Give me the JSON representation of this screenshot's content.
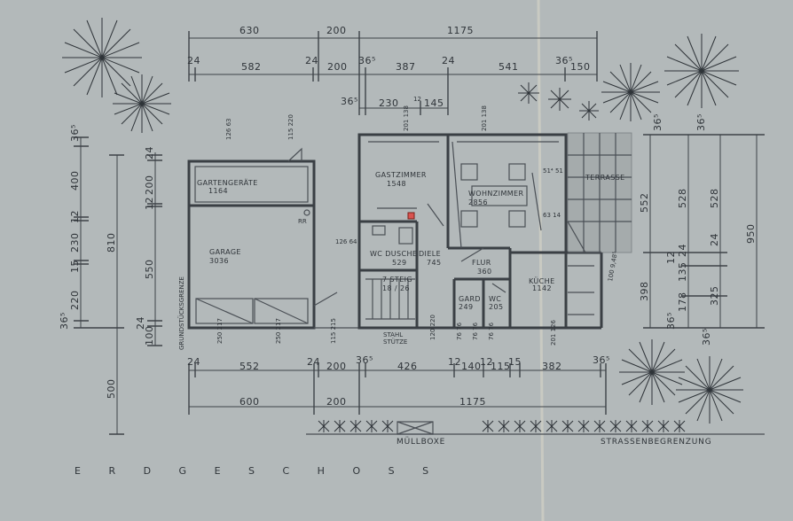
{
  "title": "E R D G E S C H O S S",
  "labels": {
    "grundstuecksgrenze": "GRUNDSTÜCKSGRENZE",
    "muellboxe": "MÜLLBOXE",
    "strassenbegrenzung": "STRASSENBEGRENZUNG",
    "terrasse": "TERRASSE",
    "rr": "RR",
    "stahlstuetze_1": "STAHL",
    "stahlstuetze_2": "STÜTZE"
  },
  "rooms": [
    {
      "name": "GARTENGERÄTE",
      "area": "1164"
    },
    {
      "name": "GARAGE",
      "area": "3036"
    },
    {
      "name": "GASTZIMMER",
      "area": "1548"
    },
    {
      "name": "WOHNZIMMER",
      "area": "2856"
    },
    {
      "name": "WC DUSCHE",
      "area": "529"
    },
    {
      "name": "DIELE",
      "area": "745"
    },
    {
      "name": "FLUR",
      "area": "360"
    },
    {
      "name": "KÜCHE",
      "area": "1142"
    },
    {
      "name": "7 STEIG",
      "area": "18 / 26"
    },
    {
      "name": "GARD",
      "area": "249"
    },
    {
      "name": "WC",
      "area": "205"
    }
  ],
  "dims_top_1": [
    "630",
    "200",
    "1175"
  ],
  "dims_top_2": [
    "24",
    "582",
    "24",
    "200",
    "36⁵",
    "387",
    "24",
    "541",
    "36⁵",
    "150"
  ],
  "dims_top_3": [
    "36⁵",
    "230",
    "12",
    "145"
  ],
  "dims_bottom_1": [
    "24",
    "552",
    "24",
    "200",
    "36⁵",
    "426",
    "12",
    "140",
    "12",
    "115",
    "15",
    "382",
    "36⁵"
  ],
  "dims_bottom_2": [
    "600",
    "200",
    "1175"
  ],
  "dims_left": [
    "36⁵",
    "400",
    "12",
    "230",
    "15",
    "220",
    "36⁵",
    "810",
    "24",
    "200",
    "12",
    "550",
    "24",
    "100",
    "500"
  ],
  "dims_right": [
    "36⁵",
    "36⁵",
    "552",
    "528",
    "528",
    "950",
    "24",
    "24",
    "12",
    "135",
    "398",
    "178",
    "325",
    "36⁵",
    "36⁵"
  ],
  "opening_labels": [
    "126 63",
    "115 220",
    "201 138",
    "201 138",
    "126 64",
    "51⁴ 51",
    "63 14",
    "115 215",
    "120 220",
    "76 76",
    "76 76",
    "76 76",
    "201 126",
    "250 217",
    "250 217",
    "100 9,48⁵"
  ]
}
